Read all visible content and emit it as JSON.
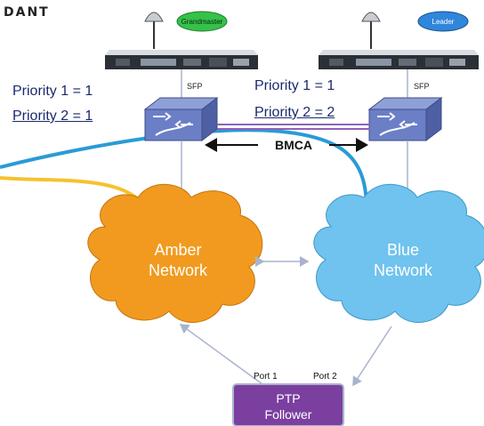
{
  "header": {
    "title": "DANT"
  },
  "left_clock": {
    "badge": "Grandmaster",
    "badge_color": "#35c14a",
    "priority1": "Priority 1 = 1",
    "priority2": "Priority 2 = 1",
    "port": "SFP"
  },
  "right_clock": {
    "badge": "Leader",
    "badge_color": "#1f7ad0",
    "priority1": "Priority 1 = 1",
    "priority2": "Priority 2 = 2",
    "port": "SFP"
  },
  "bmca": {
    "label": "BMCA"
  },
  "networks": {
    "amber": {
      "line1": "Amber",
      "line2": "Network",
      "color": "#f29a1f"
    },
    "blue": {
      "line1": "Blue",
      "line2": "Network",
      "color": "#6fc3ee"
    }
  },
  "follower": {
    "line1": "PTP",
    "line2": "Follower",
    "port1": "Port 1",
    "port2": "Port 2",
    "color": "#7b3fa0"
  }
}
